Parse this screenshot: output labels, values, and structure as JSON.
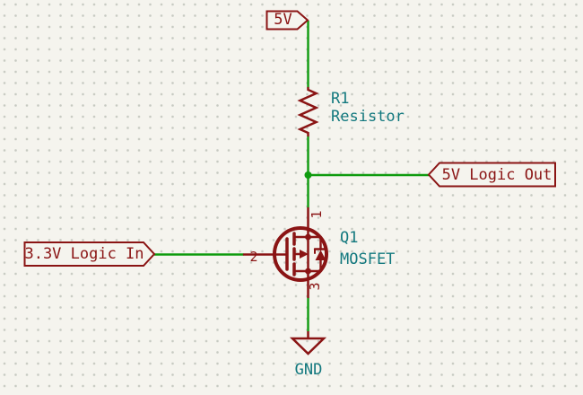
{
  "schematic": {
    "power": {
      "vcc_label": "5V",
      "gnd_label": "GND"
    },
    "resistor": {
      "reference": "R1",
      "value": "Resistor"
    },
    "mosfet": {
      "reference": "Q1",
      "value": "MOSFET",
      "pin_drain": "1",
      "pin_gate": "2",
      "pin_source": "3"
    },
    "labels": {
      "input": "3.3V Logic In",
      "output": "5V Logic Out"
    },
    "colors": {
      "wire_green": "#0f9b0f",
      "symbol_red": "#8a1414",
      "field_teal": "#12787e",
      "canvas_bg": "#f5f4ee",
      "grid_dot": "#c7cac1"
    }
  }
}
